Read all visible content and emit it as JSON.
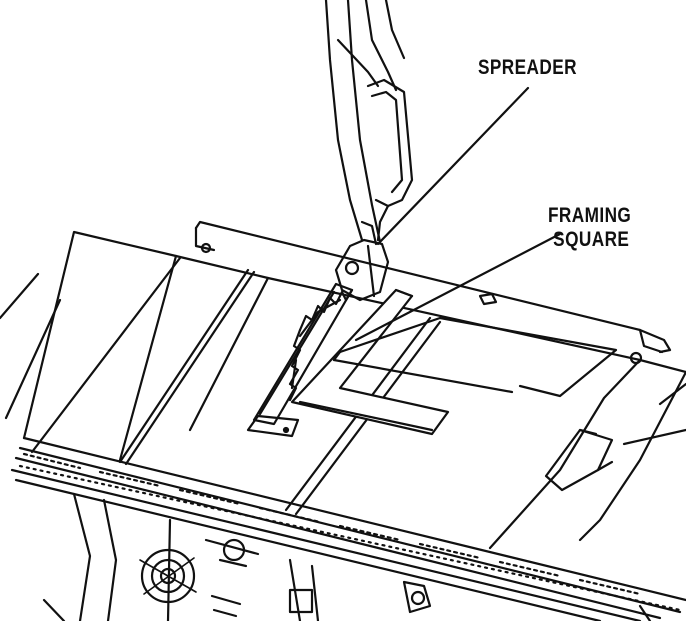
{
  "labels": {
    "spreader": "SPREADER",
    "framing_line1": "FRAMING",
    "framing_line2": "SQUARE"
  },
  "colors": {
    "ink": "#111111",
    "paper": "#ffffff",
    "shade": "#cfcfcf"
  }
}
